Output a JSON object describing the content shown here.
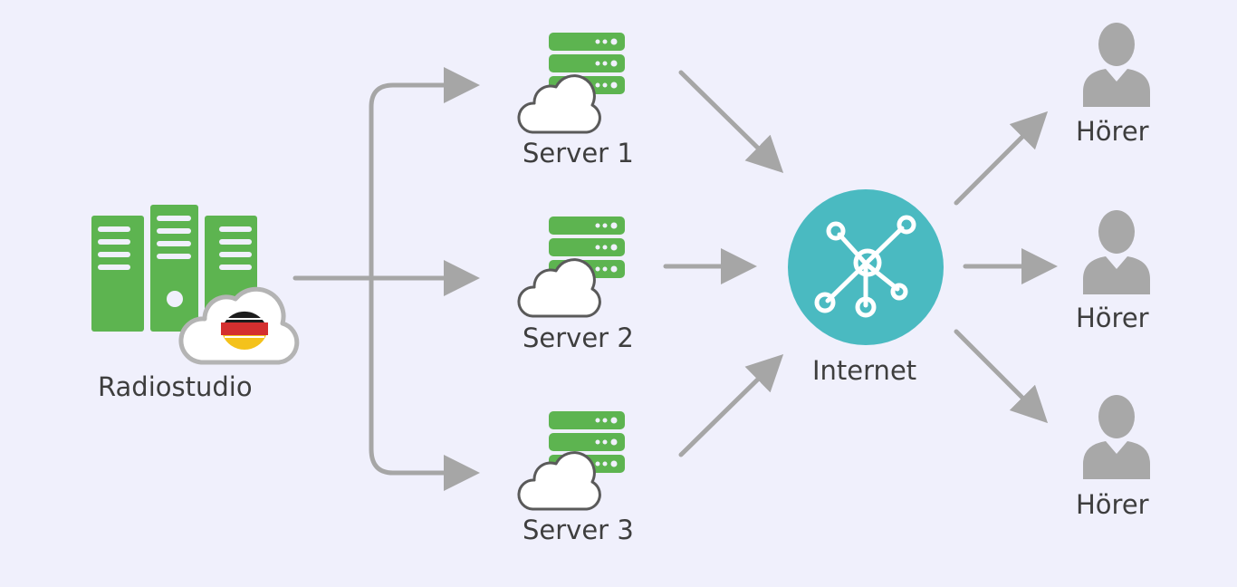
{
  "colors": {
    "background": "#F0F0FC",
    "server_green": "#5DB450",
    "arrow_gray": "#A6A6A6",
    "internet_teal": "#4ABAC1",
    "person_gray": "#A8A8A8",
    "text": "#3E3E3E"
  },
  "nodes": {
    "studio": {
      "label": "Radiostudio",
      "icon": "server-rack-icon",
      "badge": "german-flag-cloud-icon"
    },
    "servers": [
      {
        "label": "Server 1",
        "icon": "cloud-server-icon"
      },
      {
        "label": "Server 2",
        "icon": "cloud-server-icon"
      },
      {
        "label": "Server 3",
        "icon": "cloud-server-icon"
      }
    ],
    "internet": {
      "label": "Internet",
      "icon": "network-hub-icon"
    },
    "listeners": [
      {
        "label": "Hörer",
        "icon": "person-icon"
      },
      {
        "label": "Hörer",
        "icon": "person-icon"
      },
      {
        "label": "Hörer",
        "icon": "person-icon"
      }
    ]
  },
  "edges": [
    {
      "from": "studio",
      "to": "server-1"
    },
    {
      "from": "studio",
      "to": "server-2"
    },
    {
      "from": "studio",
      "to": "server-3"
    },
    {
      "from": "server-1",
      "to": "internet"
    },
    {
      "from": "server-2",
      "to": "internet"
    },
    {
      "from": "server-3",
      "to": "internet"
    },
    {
      "from": "internet",
      "to": "listener-1"
    },
    {
      "from": "internet",
      "to": "listener-2"
    },
    {
      "from": "internet",
      "to": "listener-3"
    }
  ]
}
